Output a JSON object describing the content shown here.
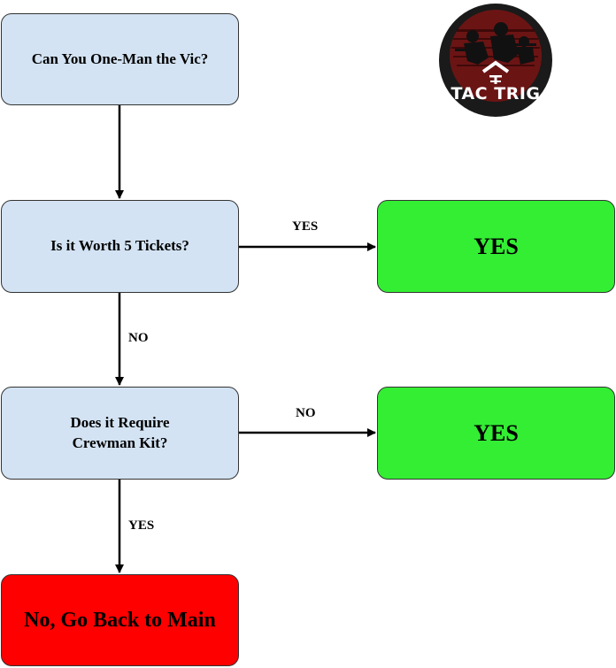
{
  "nodes": {
    "q1": "Can You One-Man the Vic?",
    "q2": "Is it Worth 5 Tickets?",
    "q3_line1": "Does it Require",
    "q3_line2": "Crewman Kit?",
    "result_yes_1": "YES",
    "result_yes_2": "YES",
    "result_no": "No, Go Back to Main"
  },
  "edges": {
    "q2_to_yes": "YES",
    "q2_to_q3": "NO",
    "q3_to_yes": "NO",
    "q3_to_no": "YES"
  },
  "logo": {
    "text": "TAC TRIG",
    "icon": "tactrig-logo-icon"
  },
  "colors": {
    "question_fill": "#d3e3f3",
    "yes_fill": "#33ee33",
    "no_fill": "#ff0000",
    "logo_bg": "#1a1a1a",
    "logo_accent": "#8b1a1a"
  }
}
